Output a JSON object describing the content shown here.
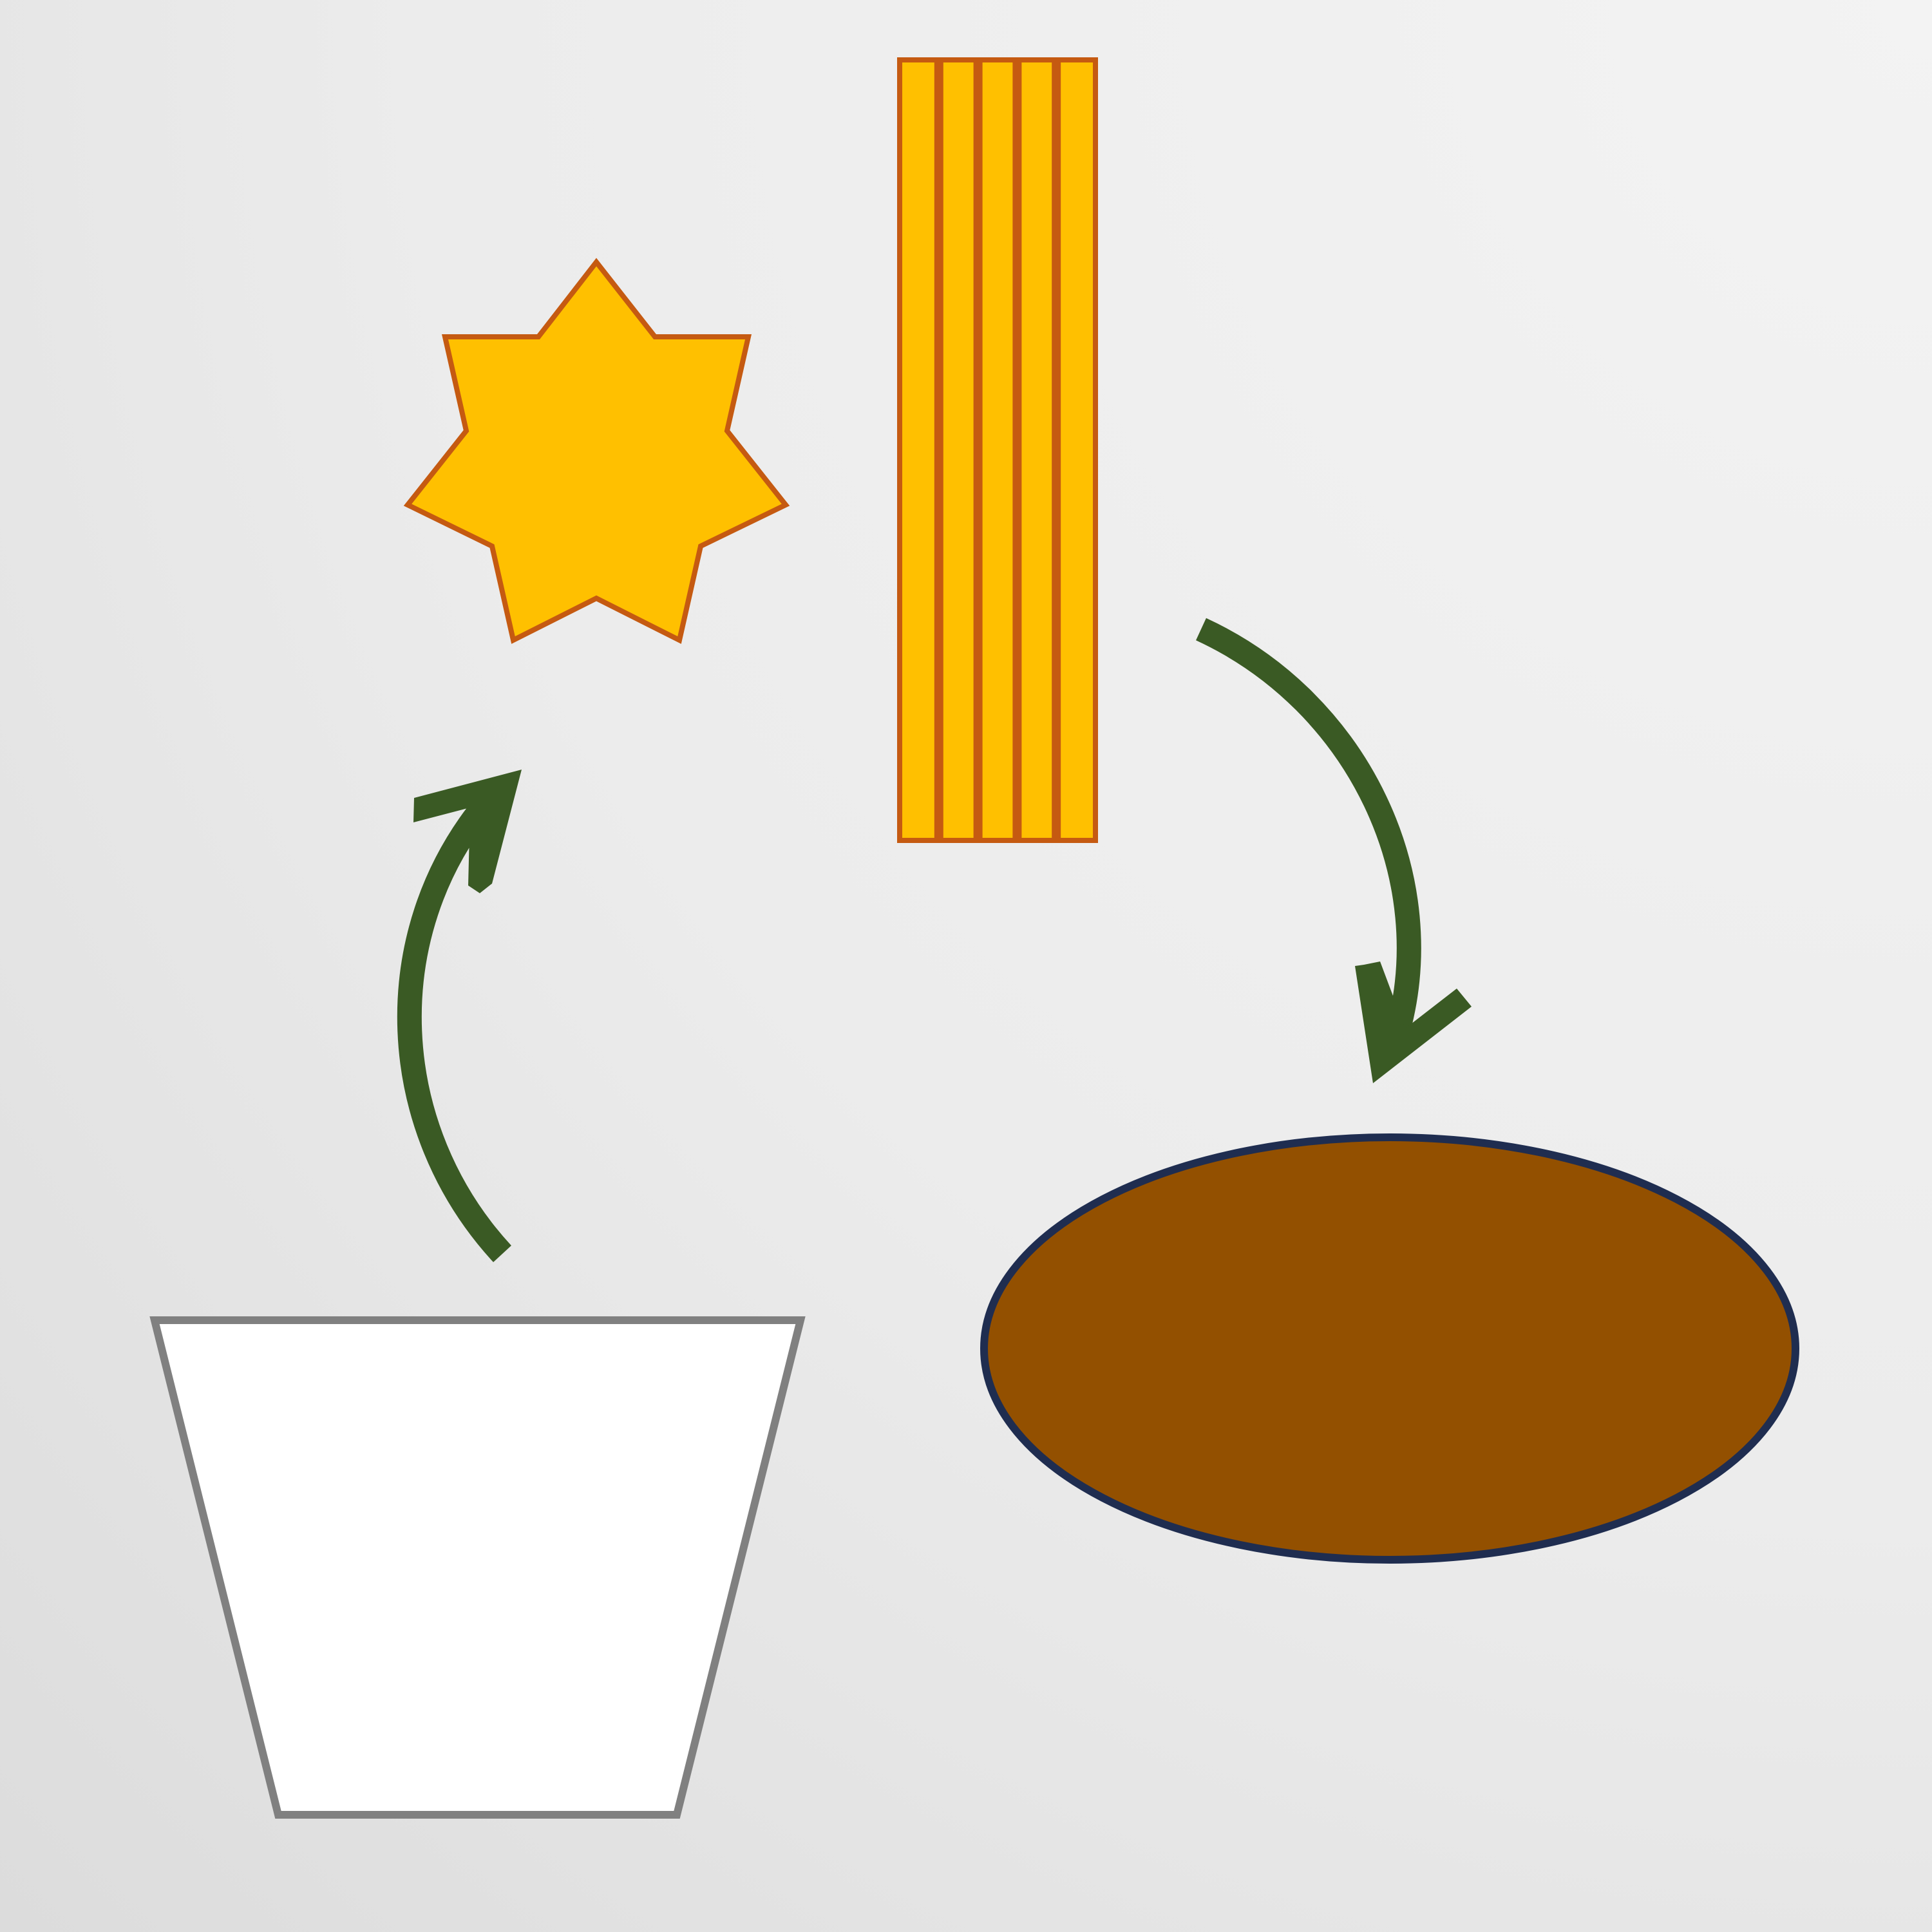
{
  "colors": {
    "star_fill": "#FFC000",
    "star_stroke": "#C55A11",
    "stripes_fill": "#FFC000",
    "stripes_stroke": "#C55A11",
    "arrow": "#3A5A24",
    "ellipse_fill": "#935000",
    "ellipse_stroke": "#1F2D50",
    "bucket_fill": "#FFFFFF",
    "bucket_stroke": "#808080"
  },
  "shapes": {
    "star": {
      "kind": "six-pointed-star"
    },
    "stripes": {
      "kind": "striped-rectangle",
      "stripe_count": 5
    },
    "arrow_up": {
      "kind": "curved-arrow",
      "direction": "up"
    },
    "arrow_down": {
      "kind": "curved-arrow",
      "direction": "down"
    },
    "ellipse": {
      "kind": "ellipse"
    },
    "bucket": {
      "kind": "trapezoid"
    }
  }
}
